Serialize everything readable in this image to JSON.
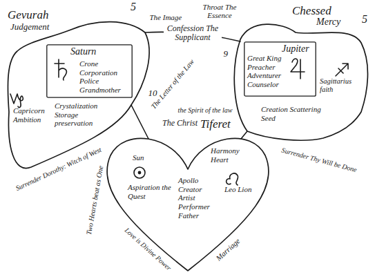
{
  "diagram": {
    "nodes": [
      {
        "text": [
          "Gevurah",
          "Judgement",
          "Capricorn Ambition",
          "Crystalization Storage preservation"
        ]
      },
      {
        "text": [
          "Saturn",
          "Crone Corporation Police Grandmother"
        ],
        "in": 0
      },
      {
        "text": [
          "Chessed",
          "Mercy",
          "Sagittarius faith",
          "Creation Scattering Seed"
        ]
      },
      {
        "text": [
          "Jupiter",
          "Great King Preacher Adventurer Counselor"
        ],
        "in": 2
      },
      {
        "text": [
          "The Christ",
          "Tiferet",
          "Harmony Heart",
          "Sun",
          "Aspiration the Quest",
          "Apollo Creator Artist Performer Father",
          "Leo Lion"
        ]
      }
    ],
    "edges": [
      {
        "from": 0,
        "to": 2,
        "arrow": "none",
        "label": "Confession The Supplicant"
      },
      {
        "from": 0,
        "to": 4,
        "arrow": "none"
      },
      {
        "from": 2,
        "to": 4,
        "arrow": "none"
      }
    ],
    "labels": [
      "5",
      "The Image",
      "10",
      "The Letter of the Law",
      "Surrender Dorothy: Witch of West",
      "Throat The Essence",
      "9",
      "5",
      "the Spirit of the law",
      "Surrender Thy Will be Done",
      "Two Hearts beat as One",
      "Love is Divine Power",
      "Marriage"
    ]
  }
}
